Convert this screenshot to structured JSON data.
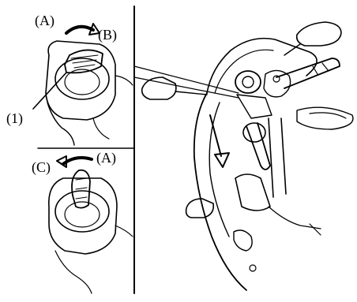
{
  "labels": {
    "a_top": "(A)",
    "b_top": "(B)",
    "one": "(1)",
    "c_bottom": "(C)",
    "a_bottom": "(A)"
  },
  "colors": {
    "ink": "#000000",
    "background": "#ffffff"
  }
}
